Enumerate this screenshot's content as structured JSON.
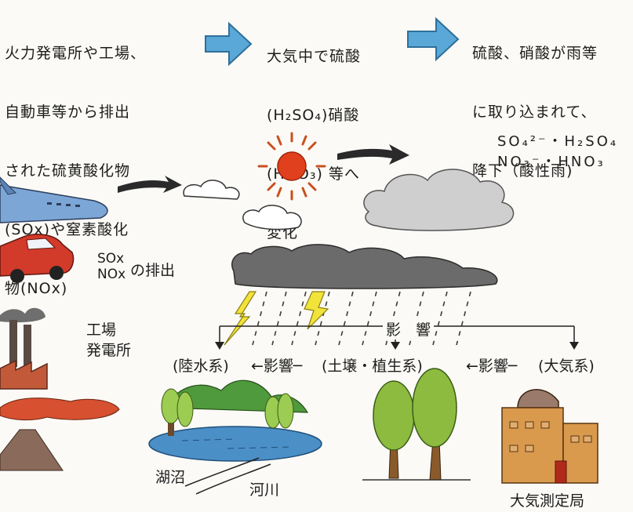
{
  "steps": [
    {
      "lines": [
        "火力発電所や工場、",
        "自動車等から排出",
        "された硫黄酸化物",
        "(SOx)や窒素酸化",
        "物(NOx)"
      ]
    },
    {
      "lines": [
        "大気中で硫酸",
        "(H₂SO₄)硝酸",
        "(HNO₃) 等へ",
        "変化"
      ]
    },
    {
      "lines": [
        "硫酸、硝酸が雨等",
        "に取り込まれて、",
        "降下（酸性雨)"
      ]
    }
  ],
  "chem": {
    "line1": "SO₄²⁻・H₂SO₄",
    "line2": "NO₃⁻・HNO₃"
  },
  "emission": {
    "sox": "SOx",
    "nox": "NOx",
    "label": "の排出"
  },
  "factory": {
    "line1": "工場",
    "line2": "発電所"
  },
  "influence_top": "影　響",
  "systems": {
    "water": "(陸水系)",
    "soil": "(土壌・植生系)",
    "atmos": "(大気系)",
    "arrow_label": "←影響─"
  },
  "places": {
    "lake": "湖沼",
    "river": "河川",
    "station": "大気測定局"
  },
  "colors": {
    "arrow_blue": "#5aa8d8",
    "sun": "#e0401d",
    "lightning": "#f2e33a",
    "cloud_dark": "#6b6b6b",
    "tree": "#8dbb3f",
    "station": "#d99a4e",
    "water": "#4b8fc7"
  }
}
